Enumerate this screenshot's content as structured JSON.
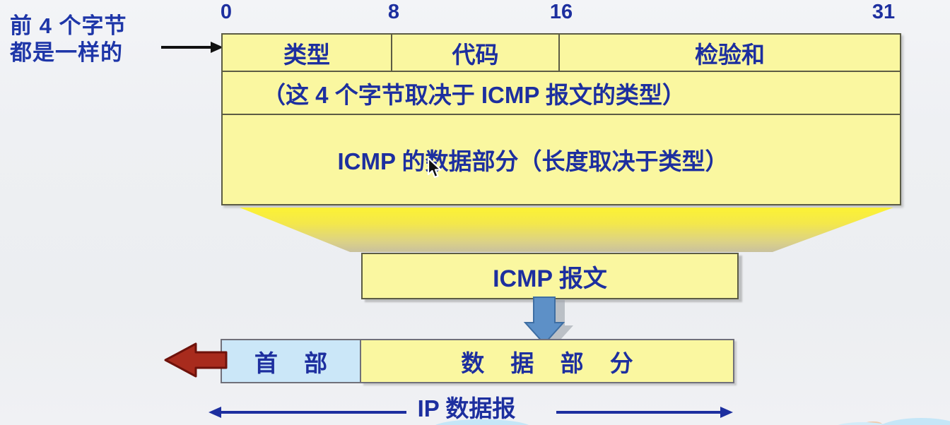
{
  "annotation": {
    "line1": "前 4 个字节",
    "line2": "都是一样的"
  },
  "bit_labels": [
    "0",
    "8",
    "16",
    "31"
  ],
  "header_table": {
    "row1": {
      "cells": [
        "类型",
        "代码",
        "检验和"
      ]
    },
    "row2": "（这 4 个字节取决于 ICMP 报文的类型）",
    "row3": "ICMP 的数据部分（长度取决于类型）"
  },
  "icmp_box_label": "ICMP 报文",
  "ip_row": {
    "header": "首 部",
    "data": "数 据 部 分"
  },
  "ip_span_label": "IP 数据报",
  "icons": [
    "annotation-right-arrow-icon",
    "blue-down-arrow-icon",
    "red-left-arrow-icon",
    "span-left-arrow-icon",
    "span-right-arrow-icon",
    "mouse-cursor-icon"
  ],
  "colors": {
    "box_fill_yellow": "#faf7a0",
    "header_fill_lightblue": "#cbe7f8",
    "text_blue": "#1d2f9f",
    "funnel_top_yellow": "#fcf235",
    "funnel_bottom": "#c9c19d",
    "red_arrow": "#a82b1d",
    "blue_arrow": "#5d90c7",
    "border_olive": "#5c5c44",
    "background": "#eef0f3"
  }
}
